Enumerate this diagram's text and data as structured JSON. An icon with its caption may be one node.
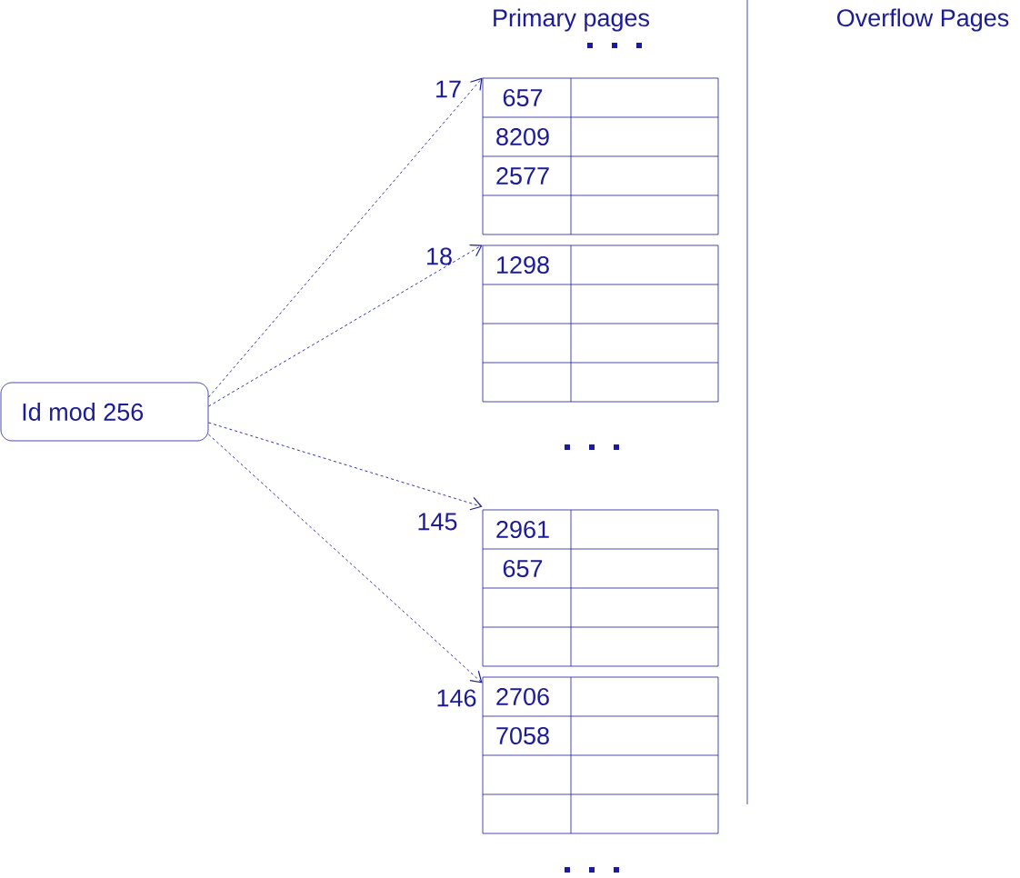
{
  "diagram": {
    "nodes": [
      {
        "text": [
          "Id mod 256"
        ]
      },
      {
        "text": [
          "657",
          "8209",
          "2577"
        ]
      },
      {
        "text": [
          "1298"
        ]
      },
      {
        "text": [
          "2961",
          "657"
        ]
      },
      {
        "text": [
          "2706",
          "7058"
        ]
      }
    ],
    "edges": [
      {
        "from": 0,
        "to": 1,
        "arrow": "to",
        "label": "17",
        "style": "dashed"
      },
      {
        "from": 0,
        "to": 2,
        "arrow": "to",
        "label": "18",
        "style": "dashed"
      },
      {
        "from": 0,
        "to": 3,
        "arrow": "to",
        "label": "145",
        "style": "dashed"
      },
      {
        "from": 0,
        "to": 4,
        "arrow": "to",
        "label": "146",
        "style": "dashed"
      }
    ],
    "labels": [
      "Primary pages",
      "Overflow Pages"
    ]
  }
}
